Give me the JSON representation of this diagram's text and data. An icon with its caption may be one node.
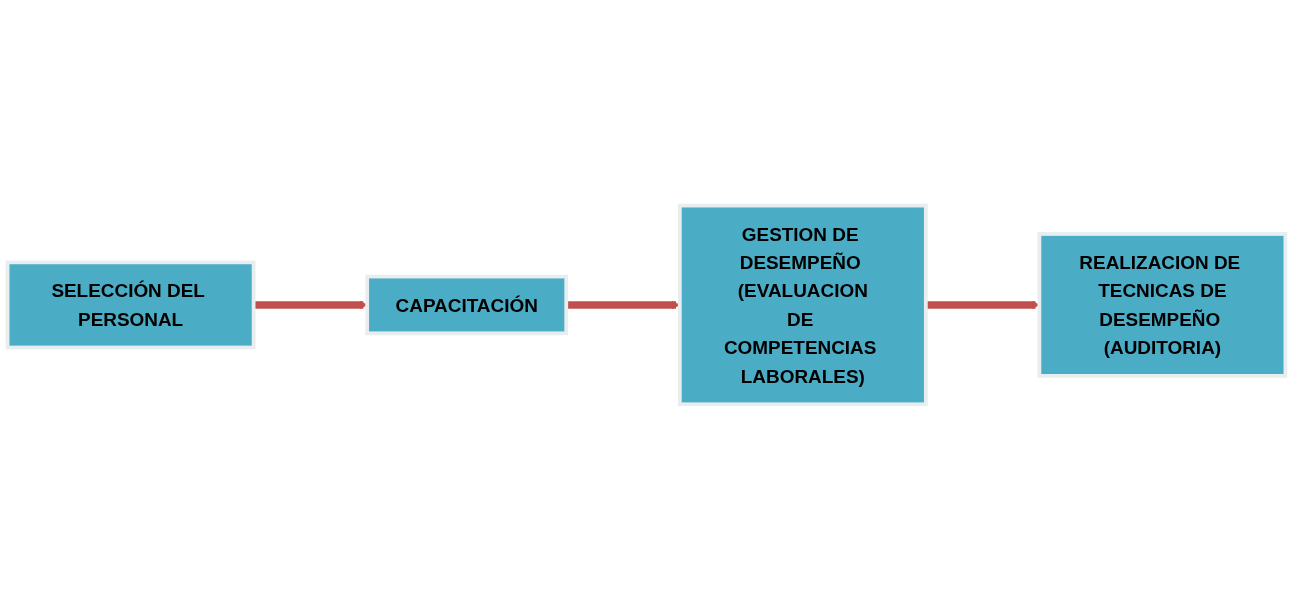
{
  "diagram": {
    "nodes": [
      {
        "text": [
          "SELECCIÓN DEL PERSONAL"
        ]
      },
      {
        "text": [
          "CAPACITACIÓN"
        ]
      },
      {
        "text": [
          "GESTION DE DESEMPEÑO (EVALUACION DE COMPETENCIAS LABORALES)"
        ]
      },
      {
        "text": [
          "REALIZACION DE TECNICAS DE DESEMPEÑO (AUDITORIA)"
        ]
      }
    ],
    "edges": [
      {
        "from": 0,
        "to": 1,
        "arrow": "to"
      },
      {
        "from": 1,
        "to": 2,
        "arrow": "to"
      },
      {
        "from": 2,
        "to": 3,
        "arrow": "to"
      }
    ]
  }
}
